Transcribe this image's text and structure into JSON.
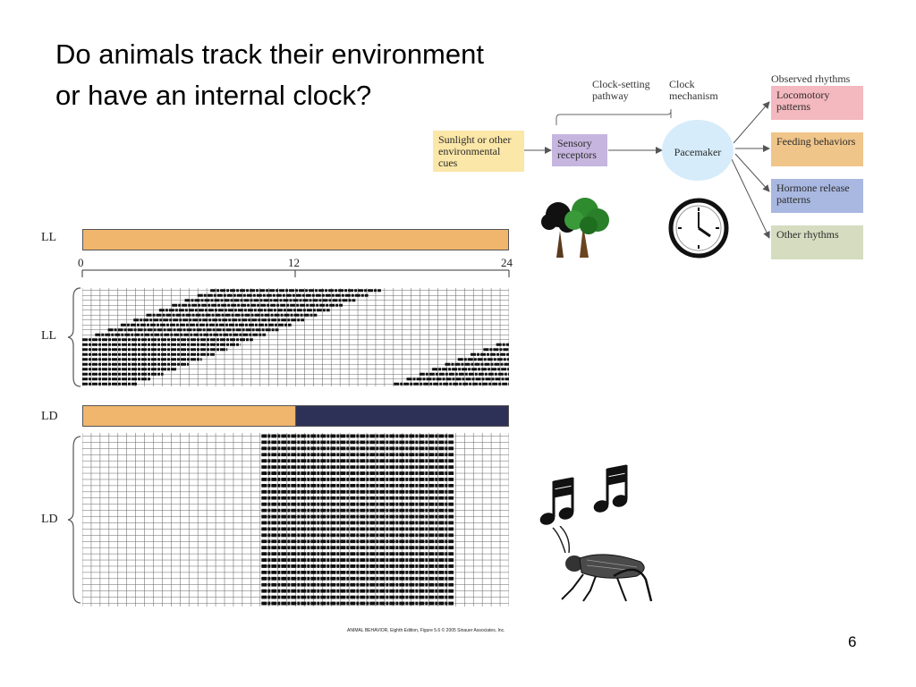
{
  "slide": {
    "title_line1": "Do animals track their environment",
    "title_line2": "or have an internal clock?",
    "page_number": "6",
    "credit": "ANIMAL BEHAVIOR, Eighth Edition, Figure 5.6 © 2005 Sinauer Associates, Inc."
  },
  "diagram": {
    "clock_setting_pathway": "Clock-setting pathway",
    "clock_mechanism": "Clock mechanism",
    "observed_rhythms": "Observed rhythms",
    "input": "Sunlight or other environmental cues",
    "sensory": "Sensory receptors",
    "pacemaker": "Pacemaker",
    "outputs": [
      {
        "label": "Locomotory patterns",
        "color": "#f4b8bf"
      },
      {
        "label": "Feeding behaviors",
        "color": "#f0c58a"
      },
      {
        "label": "Hormone release patterns",
        "color": "#a9b8e0"
      },
      {
        "label": "Other rhythms",
        "color": "#d5dcc0"
      }
    ],
    "colors": {
      "input": "#fbe7a8",
      "sensory": "#c6b6df",
      "pacemaker": "#d6ecfa"
    }
  },
  "actogram": {
    "ll_label": "LL",
    "ld_label": "LD",
    "ticks": [
      "0",
      "12",
      "24"
    ],
    "colors": {
      "light": "#f0b66d",
      "dark": "#2d3158"
    }
  },
  "icons": [
    "trees-icon",
    "clock-icon",
    "music-notes-icon",
    "cricket-icon"
  ]
}
